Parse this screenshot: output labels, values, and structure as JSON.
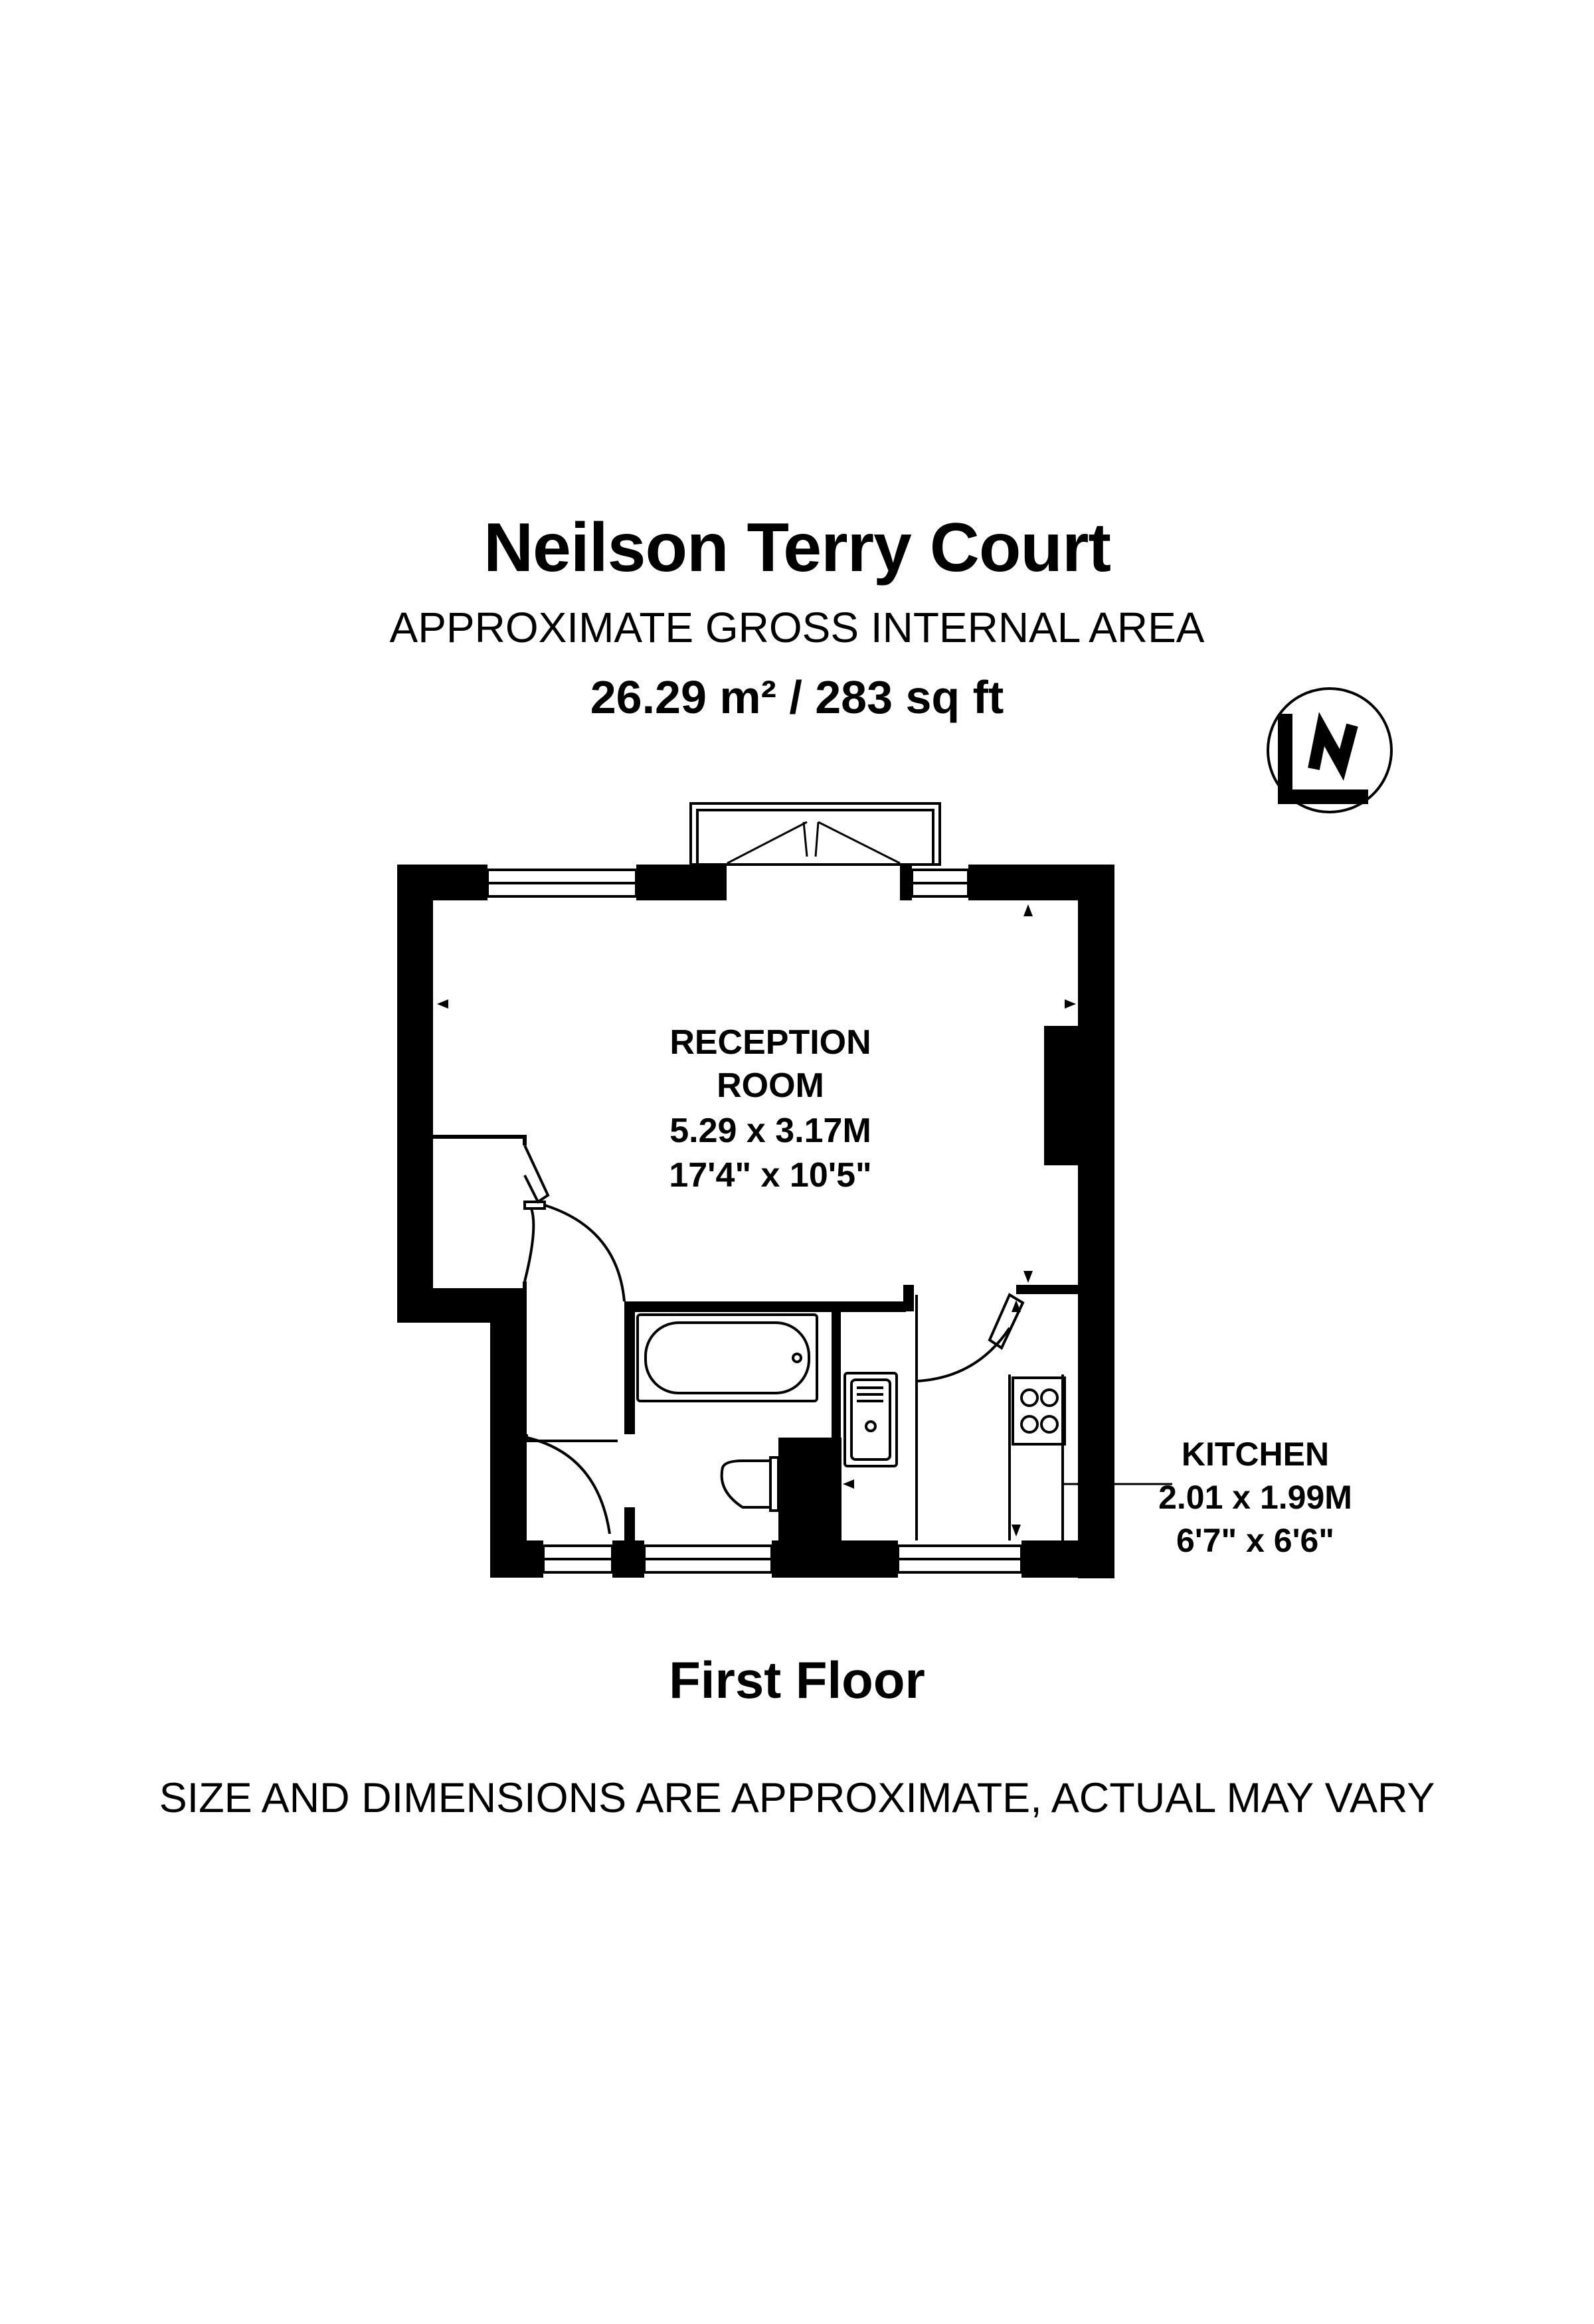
{
  "header": {
    "title": "Neilson Terry Court",
    "subtitle": "APPROXIMATE GROSS INTERNAL AREA",
    "area": "26.29 m² / 283 sq ft"
  },
  "rooms": {
    "reception": {
      "name_line1": "RECEPTION",
      "name_line2": "ROOM",
      "metric": "5.29 x 3.17M",
      "imperial": "17'4\" x 10'5\""
    },
    "kitchen": {
      "name": "KITCHEN",
      "metric": "2.01 x 1.99M",
      "imperial": "6'7\" x 6'6\""
    }
  },
  "floor_label": "First Floor",
  "disclaimer": "SIZE AND DIMENSIONS ARE APPROXIMATE, ACTUAL MAY VARY",
  "compass": {
    "icon": "north-arrow-icon",
    "letter": "N"
  },
  "colors": {
    "wall": "#000000",
    "background": "#ffffff",
    "line": "#000000"
  }
}
